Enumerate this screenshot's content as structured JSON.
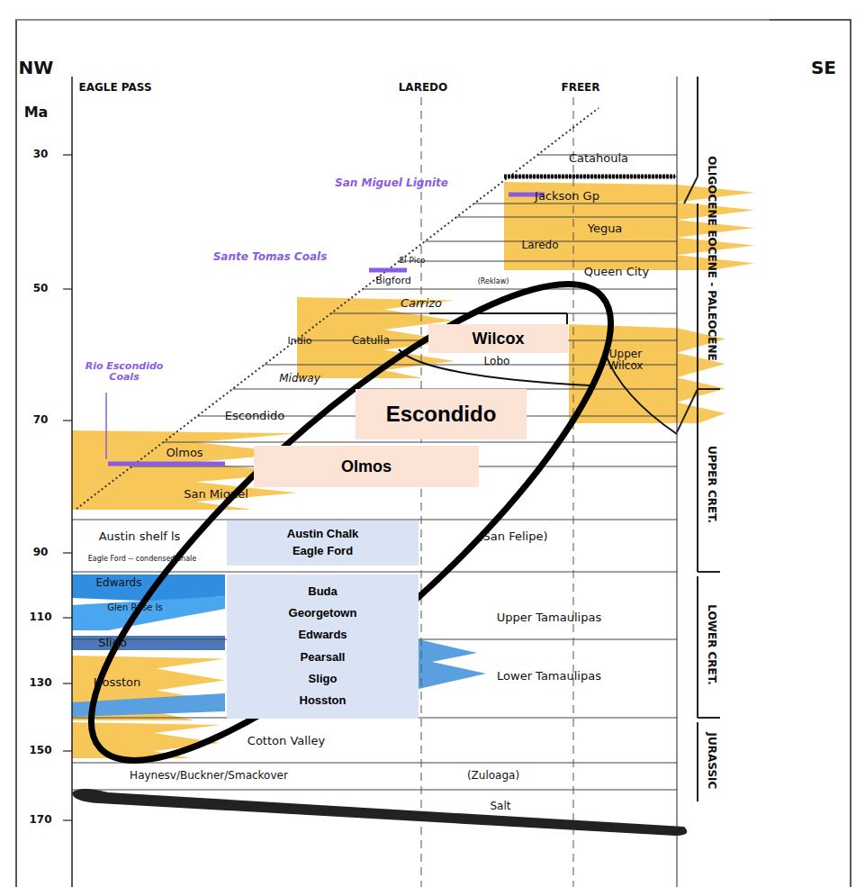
{
  "diagram": {
    "nodes": [
      {
        "text": [
          "Wilcox"
        ]
      },
      {
        "text": [
          "Escondido"
        ]
      },
      {
        "text": [
          "Olmos"
        ]
      },
      {
        "text": [
          "Austin Chalk",
          "Eagle Ford"
        ]
      },
      {
        "text": [
          "Buda",
          "Georgetown",
          "Edwards",
          "Pearsall",
          "Sligo",
          "Hosston"
        ]
      }
    ],
    "labels": [
      "NW",
      "SE",
      "EAGLE PASS",
      "LAREDO",
      "FREER",
      "Ma",
      "30",
      "50",
      "70",
      "90",
      "110",
      "130",
      "150",
      "170",
      "OLIGOCENE",
      "EOCENE - PALEOCENE",
      "UPPER CRET.",
      "LOWER CRET.",
      "JURASSIC",
      "Catahoula",
      "Jackson Gp",
      "Yegua",
      "Laredo",
      "Queen City",
      "El Pico",
      "Bigford",
      "(Reklaw)",
      "Carrizo",
      "Indio",
      "Catulla",
      "Lobo",
      "Upper Wilcox",
      "Midway",
      "Escondido",
      "Olmos",
      "San Miguel",
      "Austin shelf ls",
      "(San Felipe)",
      "Eagle Ford -- condensed shale",
      "Edwards",
      "Upper Tamaulipas",
      "Glen Rose ls",
      "Sligo",
      "Lower Tamaulipas",
      "Hosston",
      "Cotton Valley",
      "Haynesv/Buckner/Smackover",
      "(Zuloaga)",
      "Salt",
      "San Miguel Lignite",
      "Sante Tomas Coals",
      "Rio Escondido Coals"
    ]
  }
}
